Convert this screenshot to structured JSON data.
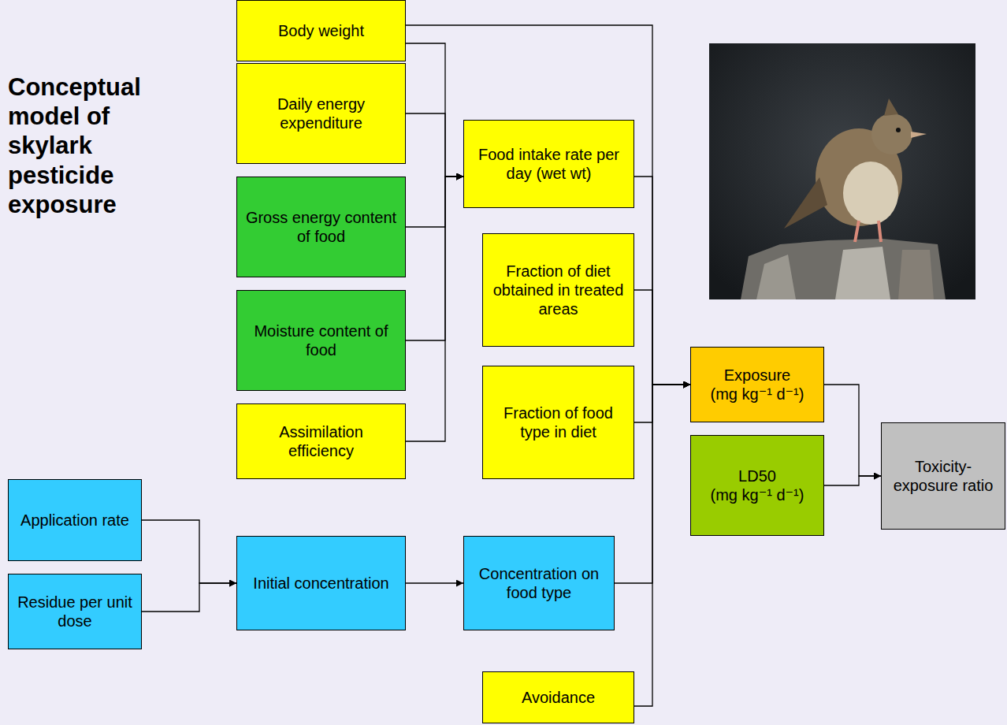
{
  "diagram": {
    "title": "Conceptual model of skylark pesticide exposure",
    "nodes": [
      {
        "text": [
          "Body weight"
        ]
      },
      {
        "text": [
          "Daily energy expenditure"
        ]
      },
      {
        "text": [
          "Gross energy content of food"
        ]
      },
      {
        "text": [
          "Moisture content of food"
        ]
      },
      {
        "text": [
          "Assimilation efficiency"
        ]
      },
      {
        "text": [
          "Food intake rate per day (wet wt)"
        ]
      },
      {
        "text": [
          "Fraction of diet obtained in treated areas"
        ]
      },
      {
        "text": [
          "Fraction of food type in diet"
        ]
      },
      {
        "text": [
          "Avoidance"
        ]
      },
      {
        "text": [
          "Exposure",
          "(mg kg⁻¹ d⁻¹)"
        ]
      },
      {
        "text": [
          "LD50",
          "(mg kg⁻¹ d⁻¹)"
        ]
      },
      {
        "text": [
          "Toxicity-exposure ratio"
        ]
      },
      {
        "text": [
          "Application rate"
        ]
      },
      {
        "text": [
          "Residue per unit dose"
        ]
      },
      {
        "text": [
          "Initial concentration"
        ]
      },
      {
        "text": [
          "Concentration on food type"
        ]
      }
    ],
    "edges": [
      {
        "from": 0,
        "to": 5,
        "arrow": "to"
      },
      {
        "from": 1,
        "to": 5,
        "arrow": "to"
      },
      {
        "from": 2,
        "to": 5,
        "arrow": "to"
      },
      {
        "from": 3,
        "to": 5,
        "arrow": "to"
      },
      {
        "from": 4,
        "to": 5,
        "arrow": "to"
      },
      {
        "from": 0,
        "to": 9,
        "arrow": "to"
      },
      {
        "from": 5,
        "to": 9,
        "arrow": "to"
      },
      {
        "from": 6,
        "to": 9,
        "arrow": "to"
      },
      {
        "from": 7,
        "to": 9,
        "arrow": "to"
      },
      {
        "from": 15,
        "to": 9,
        "arrow": "to"
      },
      {
        "from": 8,
        "to": 9,
        "arrow": "to"
      },
      {
        "from": 12,
        "to": 14,
        "arrow": "to"
      },
      {
        "from": 13,
        "to": 14,
        "arrow": "to"
      },
      {
        "from": 14,
        "to": 15,
        "arrow": "to"
      },
      {
        "from": 9,
        "to": 11,
        "arrow": "to"
      },
      {
        "from": 10,
        "to": 11,
        "arrow": "to"
      }
    ]
  }
}
